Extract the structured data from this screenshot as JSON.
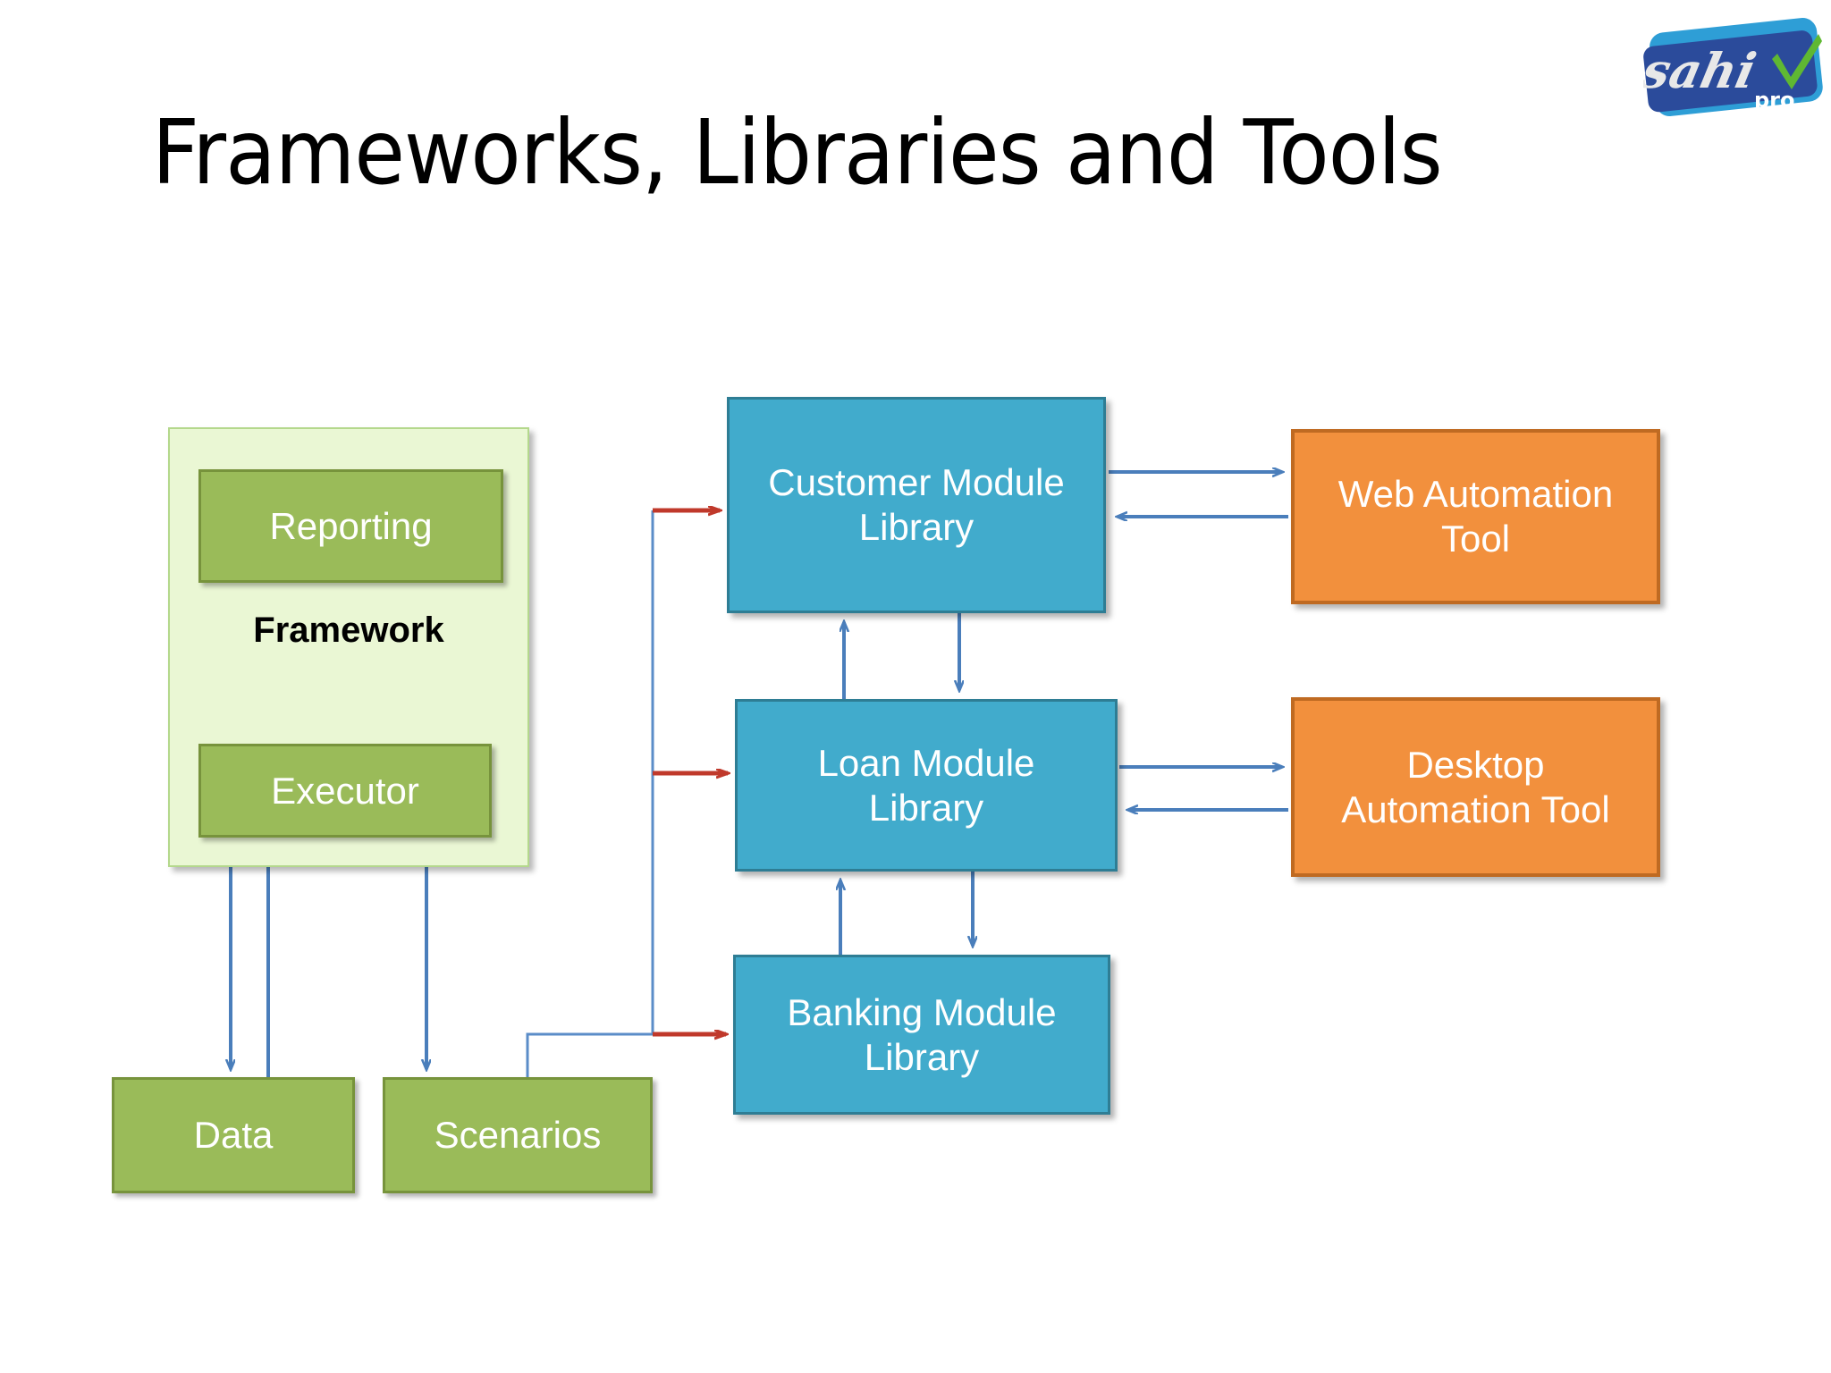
{
  "slide": {
    "title": "Frameworks, Libraries and Tools",
    "background_color": "#FFFFFF"
  },
  "logo": {
    "brand": "sahi",
    "suffix": "pro",
    "plate_color": "#2B4B9B",
    "accent_color": "#2E9ED6",
    "check_color": "#5FB832"
  },
  "diagram": {
    "framework": {
      "label": "Framework",
      "fill": "#EAF7D4",
      "border": "#B4D88C",
      "children": [
        {
          "label": "Reporting",
          "fill": "#9ABB59",
          "border": "#77933C"
        },
        {
          "label": "Executor",
          "fill": "#9ABB59",
          "border": "#77933C"
        }
      ]
    },
    "inputs": [
      {
        "label": "Data",
        "fill": "#9ABB59",
        "border": "#77933C"
      },
      {
        "label": "Scenarios",
        "fill": "#9ABB59",
        "border": "#77933C"
      }
    ],
    "modules": [
      {
        "label": "Customer Module Library",
        "line1": "Customer Module",
        "line2": "Library",
        "fill": "#41ABCC",
        "border": "#2E7D94"
      },
      {
        "label": "Loan Module Library",
        "line1": "Loan Module",
        "line2": "Library",
        "fill": "#41ABCC",
        "border": "#2E7D94"
      },
      {
        "label": "Banking Module Library",
        "line1": "Banking Module",
        "line2": "Library",
        "fill": "#41ABCC",
        "border": "#2E7D94"
      }
    ],
    "tools": [
      {
        "label": "Web Automation Tool",
        "line1": "Web Automation",
        "line2": "Tool",
        "fill": "#F2903D",
        "border": "#BF6A22"
      },
      {
        "label": "Desktop Automation Tool",
        "line1": "Desktop",
        "line2": "Automation Tool",
        "fill": "#F2903D",
        "border": "#BF6A22"
      }
    ],
    "connector_colors": {
      "blue_arrow": "#4A7EBB",
      "red_arrow": "#C0392B",
      "thin_blue": "#5B8DC8"
    }
  }
}
